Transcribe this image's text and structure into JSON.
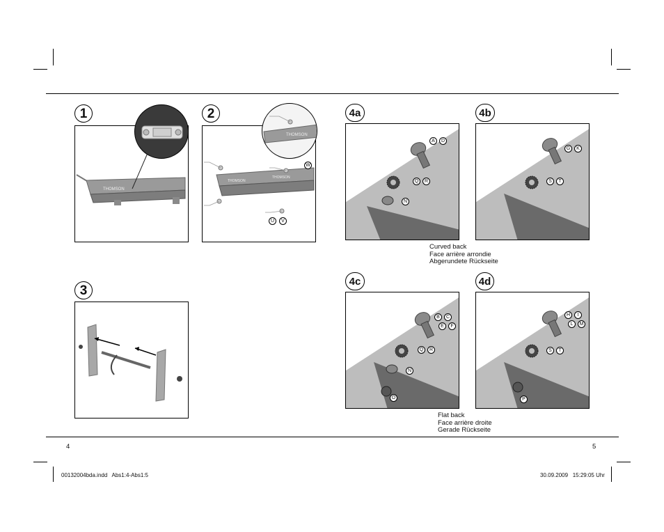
{
  "steps": {
    "s1": "1",
    "s2": "2",
    "s3": "3",
    "s4a": "4a",
    "s4b": "4b",
    "s4c": "4c",
    "s4d": "4d"
  },
  "brand": "THOMSON",
  "callouts": {
    "step2": [
      "W",
      "U",
      "V"
    ],
    "step4a": [
      "A",
      "D",
      "Q",
      "R",
      "N"
    ],
    "step4b": [
      "G",
      "K",
      "S",
      "T"
    ],
    "step4c": [
      "B",
      "C",
      "E",
      "F",
      "Q",
      "R",
      "N",
      "O"
    ],
    "step4d": [
      "H",
      "I",
      "L",
      "M",
      "S",
      "T",
      "P"
    ]
  },
  "captions": {
    "curved": [
      "Curved back",
      "Face arrière arrondie",
      "Abgerundete Rückseite"
    ],
    "flat": [
      "Flat back",
      "Face arrière droite",
      "Gerade Rückseite"
    ]
  },
  "footer": {
    "page_left": "4",
    "page_right": "5",
    "file": "00132004bda.indd   Abs1:4-Abs1:5",
    "timestamp": "30.09.2009   15:29:05 Uhr"
  }
}
